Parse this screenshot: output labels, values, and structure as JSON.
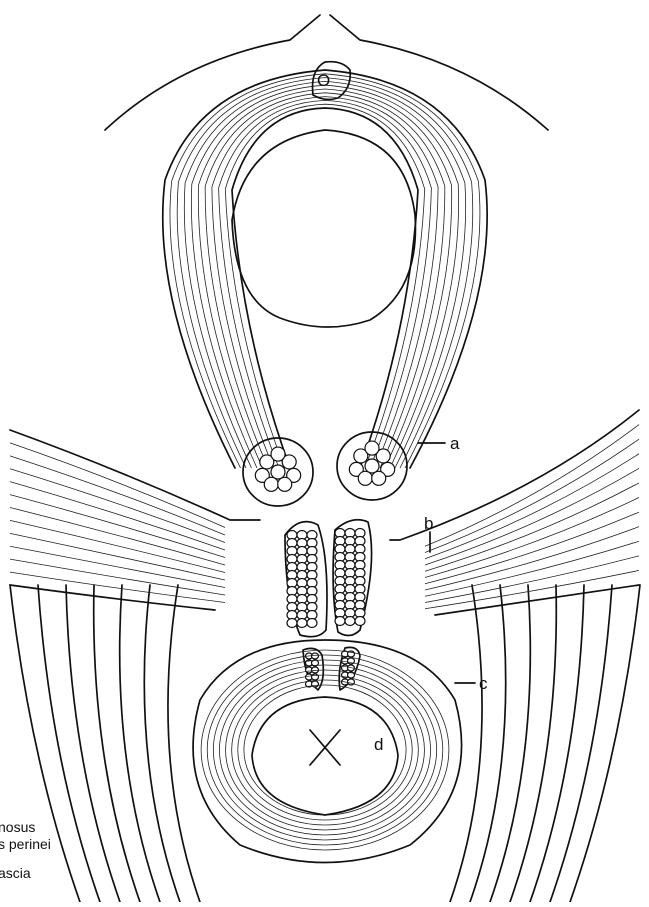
{
  "labels": {
    "a": "a",
    "b": "b",
    "c": "c",
    "d": "d",
    "urethra": "O",
    "anus": "×"
  },
  "legend": {
    "line1": "nosus",
    "line2": "s perinei",
    "line3": "ascia"
  },
  "colors": {
    "line": "#111111",
    "background": "#ffffff"
  }
}
